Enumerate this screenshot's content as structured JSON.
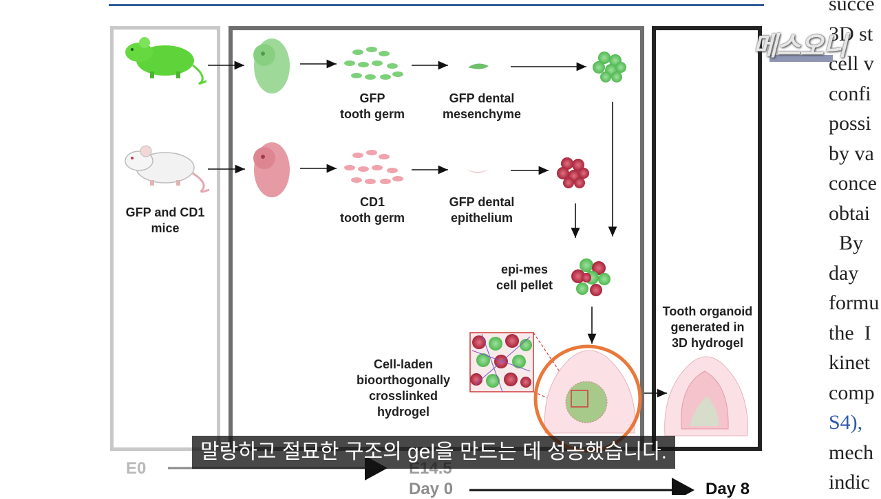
{
  "figure": {
    "mouse_labels": [
      "GFP and CD1",
      "mice"
    ],
    "gfp_tooth_germ": [
      "GFP",
      "tooth germ"
    ],
    "gfp_dental_mesenchyme": [
      "GFP dental",
      "mesenchyme"
    ],
    "cd1_tooth_germ": [
      "CD1",
      "tooth germ"
    ],
    "gfp_dental_epithelium": [
      "GFP dental",
      "epithelium"
    ],
    "epi_mes_pellet": [
      "epi-mes",
      "cell pellet"
    ],
    "hydrogel": [
      "Cell-laden",
      "bioorthogonally",
      "crosslinked",
      "hydrogel"
    ],
    "organoid": [
      "Tooth organoid",
      "generated in",
      "3D hydrogel"
    ],
    "timeline": {
      "e0": "E0",
      "e14_5": "E14.5",
      "day0": "Day 0",
      "day8": "Day 8"
    }
  },
  "prose": {
    "lines": [
      "succe",
      "3D st",
      "cell v",
      "confi",
      "possi",
      "by va",
      "conce",
      "obtai",
      "  By",
      "day ",
      "formu",
      "the  I",
      "kinet",
      "comp",
      "S4),",
      "mech",
      "indic"
    ]
  },
  "subtitle": "말랑하고 절묘한 구조의 gel을 만드는 데 성공했습니다.",
  "logo": "메스오니",
  "colors": {
    "gfp_green": "#6fce6f",
    "cd1_red": "#d9536a",
    "highlight_orange": "#e8793a"
  }
}
